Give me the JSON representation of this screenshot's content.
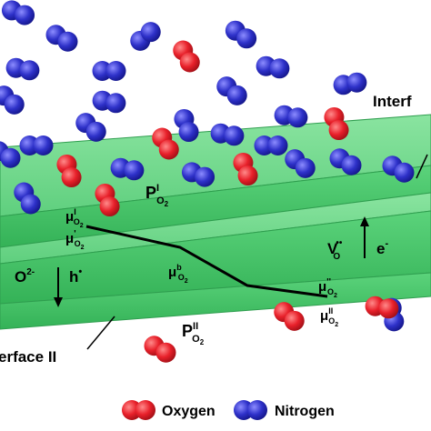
{
  "colors": {
    "oxygen": "#e8202a",
    "nitrogen": "#2e31c9",
    "membrane_top": "#6fd88a",
    "membrane_front": "#48c96a",
    "membrane_edge": "#2f9e4f"
  },
  "labels": {
    "interface_top": "Interf",
    "interface_bottom": "erface II",
    "p_top_main": "P",
    "p_top_sup": "I",
    "p_top_sub": "O",
    "p_top_sub2": "2",
    "p_bot_main": "P",
    "p_bot_sup": "II",
    "p_bot_sub": "O",
    "p_bot_sub2": "2",
    "mu": "μ",
    "mu_1_sup": "I",
    "mu_2_sup": "'",
    "mu_b_sup": "b",
    "mu_3_sup": "''",
    "mu_4_sup": "II",
    "mu_sub": "O",
    "mu_sub2": "2",
    "o2_minus": "O",
    "o2_minus_sup": "2-",
    "hole": "h",
    "hole_sup": "•",
    "vacancy": "V",
    "vacancy_sup": "••",
    "vacancy_sub": "O",
    "electron": "e",
    "electron_sup": "-"
  },
  "legend": {
    "oxygen_label": "Oxygen",
    "nitrogen_label": "Nitrogen"
  }
}
